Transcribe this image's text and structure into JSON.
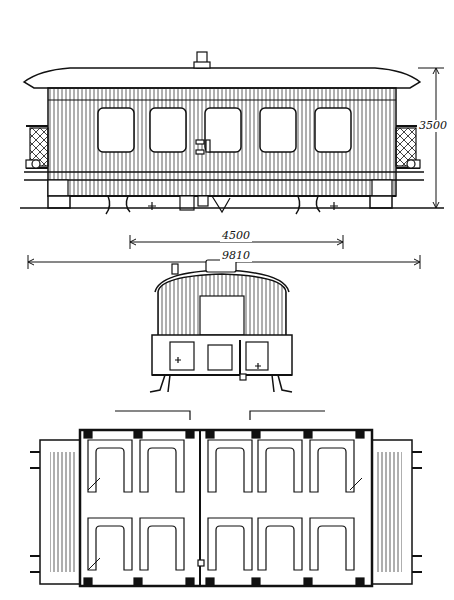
{
  "diagram": {
    "labels": [
      "3500",
      "4500",
      "9810"
    ]
  }
}
